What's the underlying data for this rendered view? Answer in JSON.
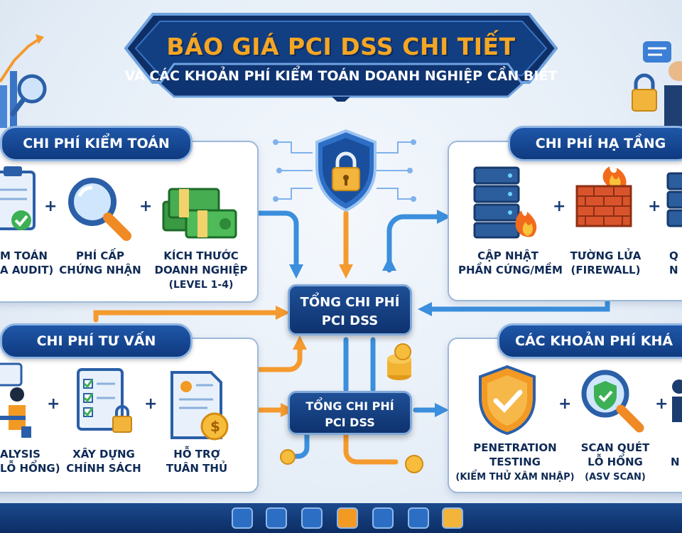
{
  "title": {
    "main": "BÁO GIÁ PCI DSS CHI TIẾT",
    "sub": "VÀ CÁC KHOẢN PHÍ KIỂM TOÁN DOANH NGHIỆP CẦN BIẾT"
  },
  "panels": {
    "audit": {
      "heading": "CHI PHÍ KIỂM TOÁN",
      "items": [
        {
          "line1": "M TOÁN",
          "line2": "A AUDIT)",
          "icon": "clipboard-check-icon"
        },
        {
          "line1": "PHÍ CẤP",
          "line2": "CHỨNG NHẬN",
          "icon": "magnifier-icon"
        },
        {
          "line1": "KÍCH THƯỚC",
          "line2": "DOANH NGHIỆP",
          "line3": "(LEVEL 1-4)",
          "icon": "money-stack-icon"
        }
      ]
    },
    "infra": {
      "heading": "CHI PHÍ HẠ TẦNG",
      "items": [
        {
          "line1": "CẬP NHẬT",
          "line2": "PHẦN CỨNG/MỀM",
          "icon": "server-fire-icon"
        },
        {
          "line1": "TƯỜNG LỬA",
          "line2": "(FIREWALL)",
          "icon": "firewall-icon"
        },
        {
          "line1": "Q",
          "line2": "N",
          "icon": "server-rack-icon"
        }
      ]
    },
    "consult": {
      "heading": "CHI PHÍ TƯ VẤN",
      "items": [
        {
          "line1": "ALYSIS",
          "line2": "LỖ HỔNG)",
          "icon": "analyst-person-icon"
        },
        {
          "line1": "XÂY DỰNG",
          "line2": "CHÍNH SÁCH",
          "icon": "checklist-lock-icon"
        },
        {
          "line1": "HỖ TRỢ",
          "line2": "TUÂN THỦ",
          "icon": "document-coin-icon"
        }
      ]
    },
    "other": {
      "heading": "CÁC KHOẢN PHÍ KHÁ",
      "items": [
        {
          "line1": "PENETRATION",
          "line2": "TESTING",
          "line3": "(KIỂM THỬ XÂM NHẬP)",
          "icon": "shield-check-icon"
        },
        {
          "line1": "SCAN QUÉT",
          "line2": "LỖ HỔNG",
          "line3": "(ASV SCAN)",
          "icon": "scan-shield-icon"
        },
        {
          "line1": "",
          "line2": "N",
          "icon": "person-icon"
        }
      ]
    }
  },
  "center": {
    "total_top": {
      "line1": "TỔNG CHI PHÍ",
      "line2": "PCI DSS"
    },
    "total_bottom": {
      "line1": "TỔNG CHI PHÍ",
      "line2": "PCI DSS"
    }
  },
  "plus_sign": "+",
  "colors": {
    "navy": "#0f3a80",
    "title_orange": "#f5a623",
    "arrow_orange": "#f59a2e",
    "arrow_blue": "#3b8fdc",
    "panel_border": "#9db8d6"
  }
}
